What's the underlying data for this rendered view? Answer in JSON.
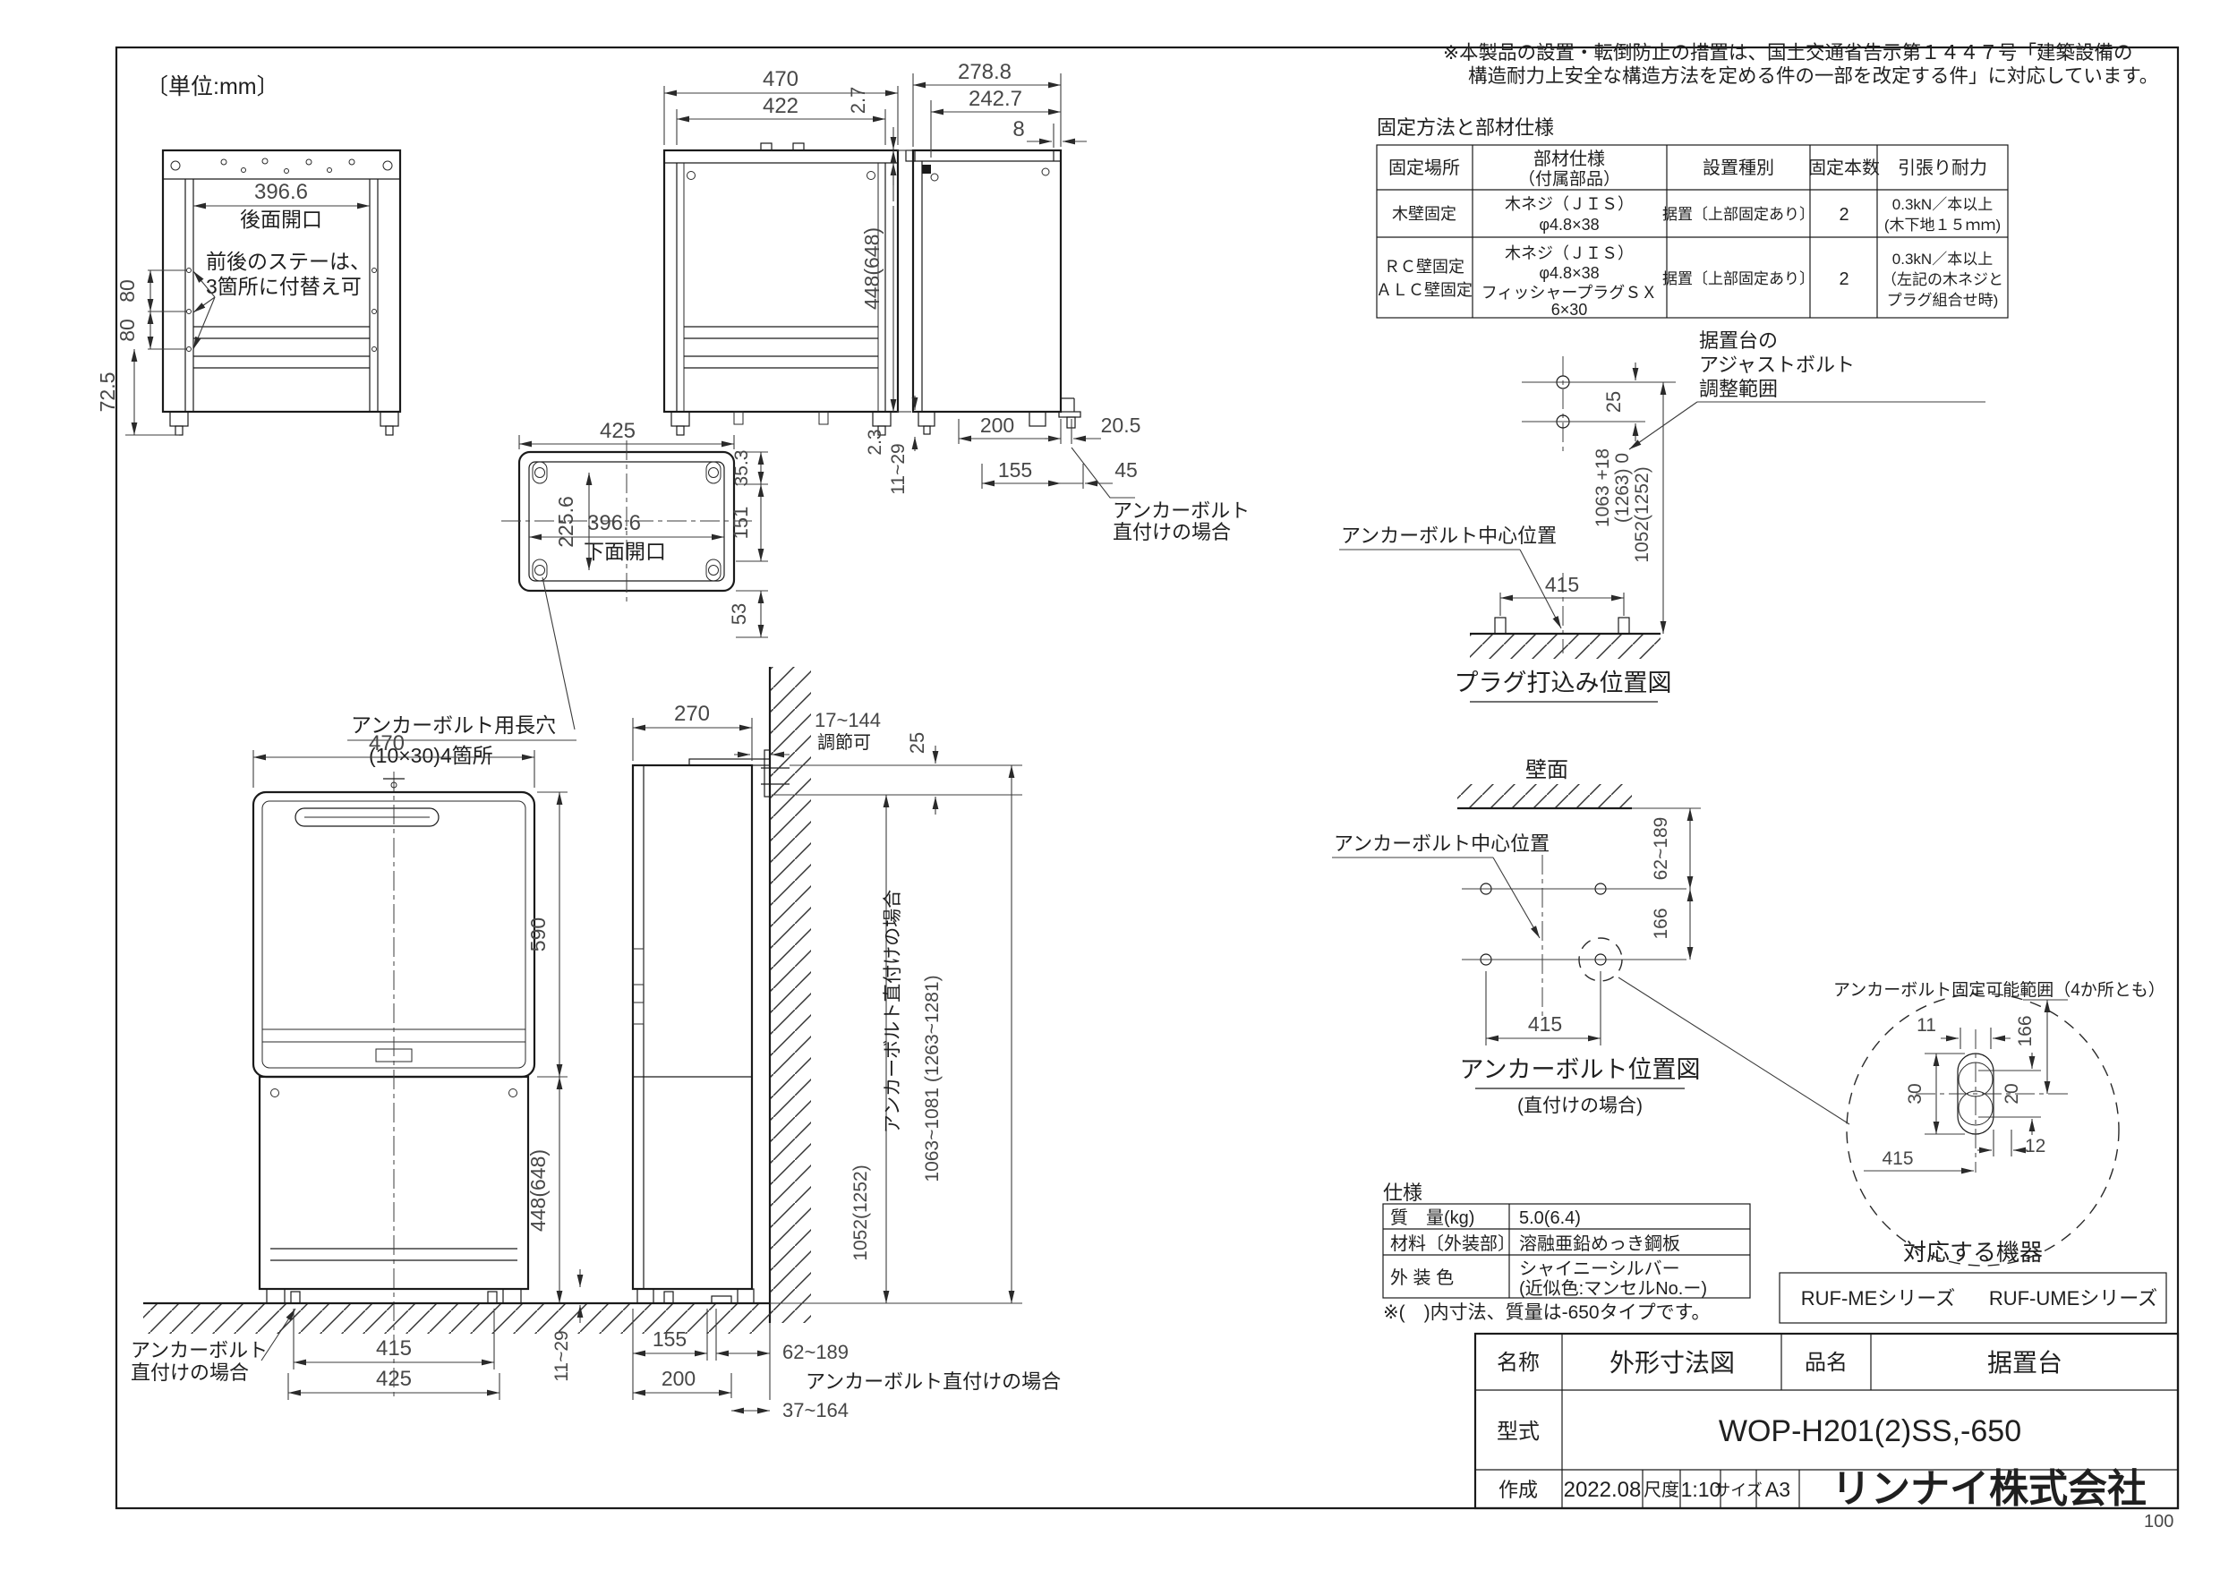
{
  "meta": {
    "unit_note": "〔単位:mm〕",
    "page_number": "100"
  },
  "note": {
    "line1": "※本製品の設置・転倒防止の措置は、国土交通省告示第１４４７号「建築設備の",
    "line2": "構造耐力上安全な構造方法を定める件の一部を改定する件」に対応しています。"
  },
  "fixing_table": {
    "title": "固定方法と部材仕様",
    "headers": {
      "location": "固定場所",
      "spec1": "部材仕様",
      "spec2": "（付属部品）",
      "type": "設置種別",
      "qty": "固定本数",
      "strength": "引張り耐力"
    },
    "rows": [
      {
        "location1": "木壁固定",
        "spec1": "木ネジ（ＪＩＳ）",
        "spec2": "φ4.8×38",
        "type": "据置〔上部固定あり〕",
        "qty": "2",
        "strength1": "0.3kN／本以上",
        "strength2": "(木下地１５ｍｍ)"
      },
      {
        "location1": "ＲＣ壁固定",
        "location2": "ＡＬＣ壁固定",
        "spec1": "木ネジ（ＪＩＳ）",
        "spec2": "φ4.8×38",
        "spec3": "フィッシャープラグＳＸ",
        "spec4": "6×30",
        "type": "据置〔上部固定あり〕",
        "qty": "2",
        "strength1": "0.3kN／本以上",
        "strength2": "（左記の木ネジと",
        "strength3": "プラグ組合せ時)"
      }
    ]
  },
  "views": {
    "rear": {
      "dim_width": "396.6",
      "opening": "後面開口",
      "stay_note1": "前後のステーは、",
      "stay_note2": "3箇所に付替え可",
      "dim_pitch1": "80",
      "dim_pitch2": "80",
      "dim_base": "72.5"
    },
    "front_top": {
      "dim_overall": "470",
      "dim_inner": "422"
    },
    "side_top": {
      "dim_cap": "2.7",
      "dim_depth": "278.8",
      "dim_inner": "242.7",
      "dim_flange": "8",
      "dim_height": "448(648)",
      "dim_base": "2.3",
      "dim_adjust": "11~29",
      "dim_200": "200",
      "dim_20_5": "20.5",
      "dim_155": "155",
      "dim_45": "45",
      "leader1": "アンカーボルト",
      "leader2": "直付けの場合"
    },
    "bottom": {
      "dim_width": "425",
      "dim_opening": "396.6",
      "opening": "下面開口",
      "dim_depth": "225.6",
      "dim_35_3": "35.3",
      "dim_151": "151",
      "dim_53": "53",
      "slot_label1": "アンカーボルト用長穴",
      "slot_label2": "(10×30)4箇所"
    },
    "front_main": {
      "dim_width": "470",
      "dim_heater": "590",
      "dim_stand": "448(648)",
      "dim_anchor": "415",
      "dim_feet": "425",
      "leader1": "アンカーボルト",
      "leader2": "直付けの場合"
    },
    "side_main": {
      "dim_depth": "270",
      "dim_wall_gap": "17~144",
      "adj_label": "調節可",
      "dim_25": "25",
      "v_label": "アンカーボルト直付けの場合",
      "v_dim_range": "1063~1081 (1263~1281)",
      "v_dim": "1052(1252)",
      "dim_adjust": "11~29",
      "dim_155": "155",
      "dim_62_189": "62~189",
      "anchor_label": "アンカーボルト直付けの場合",
      "dim_200": "200",
      "dim_37_164": "37~164"
    }
  },
  "plug_fig": {
    "adjust_label1": "据置台の",
    "adjust_label2": "アジャストボルト",
    "adjust_label3": "調整範囲",
    "center_label": "アンカーボルト中心位置",
    "dim_25": "25",
    "dim_h1": "1063 +18",
    "dim_h2": "(1263)  0",
    "dim_h3": "1052(1252)",
    "dim_span": "415",
    "title": "プラグ打込み位置図"
  },
  "anchor_fig": {
    "wall_label": "壁面",
    "center_label": "アンカーボルト中心位置",
    "dim_top": "62~189",
    "dim_pitch": "166",
    "dim_span": "415",
    "title": "アンカーボルト位置図",
    "subtitle": "(直付けの場合)",
    "range_label": "アンカーボルト固定可能範囲（4か所とも）",
    "d11": "11",
    "d166": "166",
    "d30": "30",
    "d20": "20",
    "d12": "12",
    "d415": "415"
  },
  "spec_table": {
    "title": "仕様",
    "weight_label": "質　量(kg)",
    "weight_value": "5.0(6.4)",
    "material_label": "材料〔外装部〕",
    "material_value": "溶融亜鉛めっき鋼板",
    "color_label": "外 装 色",
    "color_value1": "シャイニーシルバー",
    "color_value2": "(近似色:マンセルNo.ー)",
    "note": "※(　)内寸法、質量は-650タイプです。"
  },
  "compatible": {
    "title": "対応する機器",
    "series1": "RUF-MEシリーズ",
    "series2": "RUF-UMEシリーズ"
  },
  "title_block": {
    "name_label": "名称",
    "name_value": "外形寸法図",
    "item_label": "品名",
    "item_value": "据置台",
    "model_label": "型式",
    "model_value": "WOP-H201(2)SS,-650",
    "date_label": "作成",
    "date_value": "2022.08",
    "scale_label": "尺度",
    "scale_value": "1:10",
    "size_label": "サイズ",
    "size_value": "A3",
    "company": "リンナイ株式会社"
  }
}
